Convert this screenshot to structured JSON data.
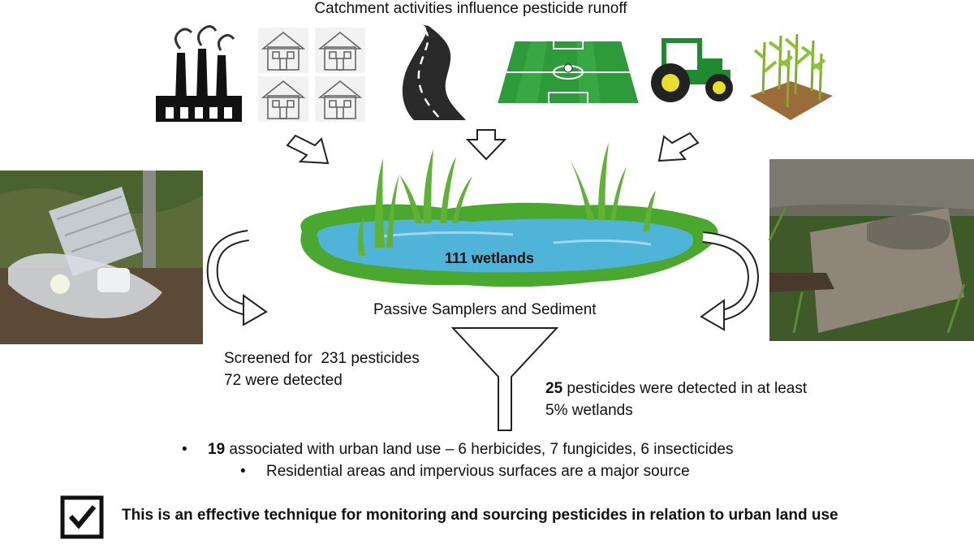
{
  "title": "Catchment activities influence pesticide runoff",
  "icons": {
    "factory": "factory-icon",
    "houses": "houses-icon",
    "road": "road-icon",
    "field": "sports-field-icon",
    "tractor": "tractor-icon",
    "crop": "crop-icon"
  },
  "wetland": {
    "label": "111 wetlands"
  },
  "sampling": {
    "label": "Passive Samplers and Sediment"
  },
  "screening": {
    "line1": "Screened for  231 pesticides",
    "line2": "72 were detected"
  },
  "detected": {
    "count": "25",
    "text": " pesticides were detected in at least 5% wetlands"
  },
  "bullets": {
    "b1_marker": "•",
    "b1_count": "19",
    "b1_text": " associated with urban land use – 6 herbicides, 7 fungicides, 6 insecticides",
    "b2_marker": "•",
    "b2_text": "Residential areas and impervious surfaces are a major source"
  },
  "conclusion": {
    "text": "This is an effective technique for monitoring and sourcing pesticides in relation to urban land use"
  },
  "colors": {
    "grass": "#4aa82f",
    "water": "#4fb4d8",
    "field_green": "#2e9b3a",
    "tractor_green": "#1f8a2f"
  }
}
